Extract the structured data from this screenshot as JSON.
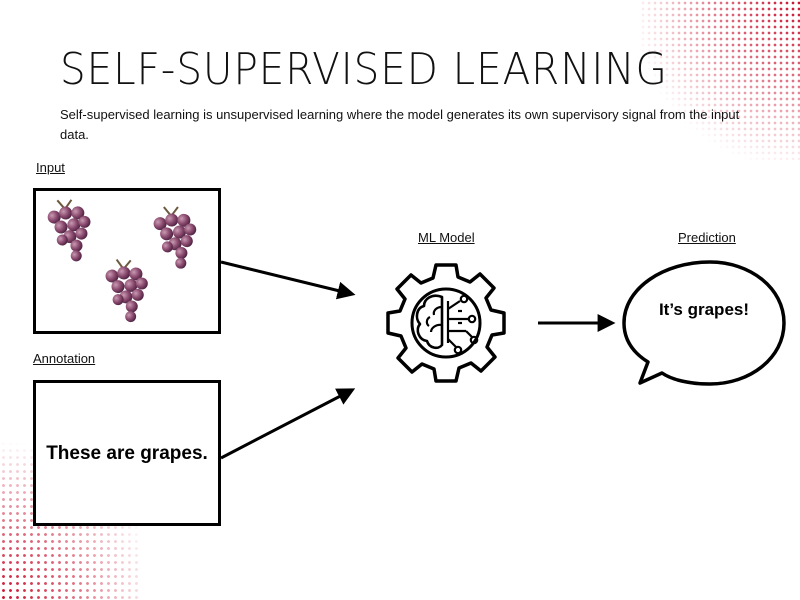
{
  "title": "SELF-SUPERVISED LEARNING",
  "subtitle": "Self-supervised learning is unsupervised learning where the model generates its own supervisory signal from the input data.",
  "input": {
    "label": "Input"
  },
  "annotation": {
    "label": "Annotation",
    "text": "These are grapes."
  },
  "model": {
    "label": "ML Model"
  },
  "prediction": {
    "label": "Prediction",
    "text": "It’s grapes!"
  },
  "colors": {
    "accent_dots": "#c8102e",
    "grape": "#8a4a6e",
    "stem": "#6b5a3e"
  },
  "icons": [
    "grapes-image",
    "ml-model-gear-brain-icon",
    "speech-bubble-icon",
    "arrow-icon"
  ]
}
